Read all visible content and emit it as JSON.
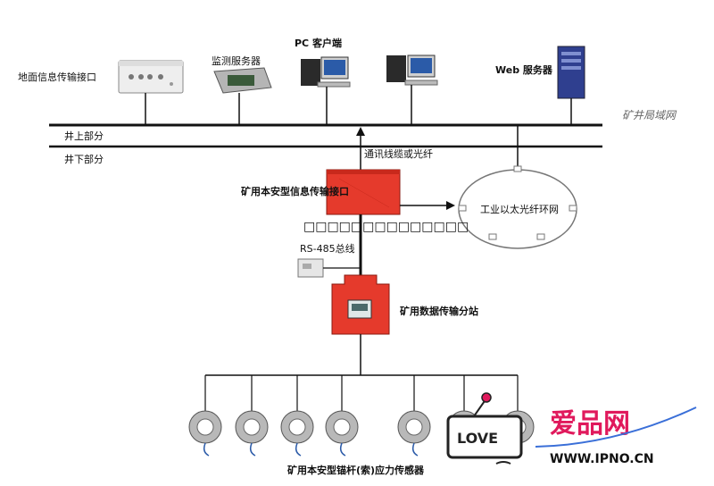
{
  "labels": {
    "ground_interface": "地面信息传输接口",
    "monitor_server": "监测服务器",
    "pc_client": "PC 客户端",
    "web_server": "Web 服务器",
    "mine_lan": "矿井局域网",
    "above_ground": "井上部分",
    "below_ground": "井下部分",
    "cable": "通讯线缆或光纤",
    "mine_interface": "矿用本安型信息传输接口",
    "ethernet_ring": "工业以太光纤环网",
    "overlay_box": "□□□□□□□□□□□□□□",
    "rs485": "RS-485总线",
    "substation": "矿用数据传输分站",
    "sensors": "矿用本安型锚杆(索)应力传感器"
  },
  "watermark": {
    "love": "LOVE",
    "brand": "爱品网",
    "url": "WWW.IPNO.CN"
  },
  "colors": {
    "device_red": "#e53a2c",
    "ring_line": "#777777",
    "bus_line": "#111111",
    "watermark_pink": "#e0195c"
  }
}
